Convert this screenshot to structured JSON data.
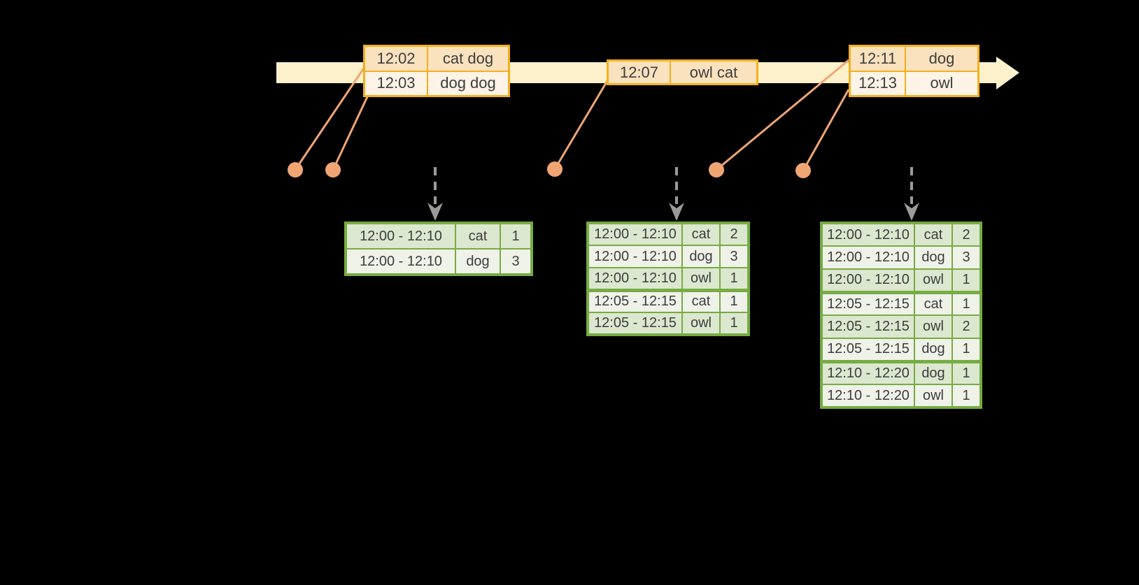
{
  "colors": {
    "background": "#000000",
    "timeline_fill": "#fcf1ca",
    "event_table_border": "#f2b01e",
    "event_row_dark": "#fae2be",
    "event_row_light": "#fdf3e6",
    "result_table_border": "#77ab43",
    "result_row_dark": "#dce7cf",
    "result_row_light": "#eff2e9",
    "connector": "#f0a573",
    "trigger_arrow": "#9b9b9b",
    "text": "#3d3d3d"
  },
  "icons": {
    "timeline_arrow": "right-arrow",
    "event_dot": "filled-circle",
    "trigger_arrow": "dashed-down-arrow"
  },
  "event_tables": [
    {
      "rows": [
        {
          "cells": [
            "12:02",
            "cat dog"
          ]
        },
        {
          "cells": [
            "12:03",
            "dog dog"
          ]
        }
      ]
    },
    {
      "rows": [
        {
          "cells": [
            "12:07",
            "owl cat"
          ]
        }
      ]
    },
    {
      "rows": [
        {
          "cells": [
            "12:11",
            "dog"
          ]
        },
        {
          "cells": [
            "12:13",
            "owl"
          ]
        }
      ]
    }
  ],
  "result_tables": [
    {
      "rows": [
        {
          "cells": [
            "12:00 - 12:10",
            "cat",
            "1"
          ]
        },
        {
          "cells": [
            "12:00 - 12:10",
            "dog",
            "3"
          ]
        }
      ]
    },
    {
      "rows": [
        {
          "cells": [
            "12:00 - 12:10",
            "cat",
            "2"
          ]
        },
        {
          "cells": [
            "12:00 - 12:10",
            "dog",
            "3"
          ]
        },
        {
          "cells": [
            "12:00 - 12:10",
            "owl",
            "1"
          ]
        },
        {
          "cells": [
            "12:05 - 12:15",
            "cat",
            "1"
          ],
          "group_start": true
        },
        {
          "cells": [
            "12:05 - 12:15",
            "owl",
            "1"
          ]
        }
      ]
    },
    {
      "rows": [
        {
          "cells": [
            "12:00 - 12:10",
            "cat",
            "2"
          ]
        },
        {
          "cells": [
            "12:00 - 12:10",
            "dog",
            "3"
          ]
        },
        {
          "cells": [
            "12:00 - 12:10",
            "owl",
            "1"
          ]
        },
        {
          "cells": [
            "12:05 - 12:15",
            "cat",
            "1"
          ],
          "group_start": true
        },
        {
          "cells": [
            "12:05 - 12:15",
            "owl",
            "2"
          ]
        },
        {
          "cells": [
            "12:05 - 12:15",
            "dog",
            "1"
          ]
        },
        {
          "cells": [
            "12:10 - 12:20",
            "dog",
            "1"
          ],
          "group_start": true
        },
        {
          "cells": [
            "12:10 - 12:20",
            "owl",
            "1"
          ]
        }
      ]
    }
  ]
}
